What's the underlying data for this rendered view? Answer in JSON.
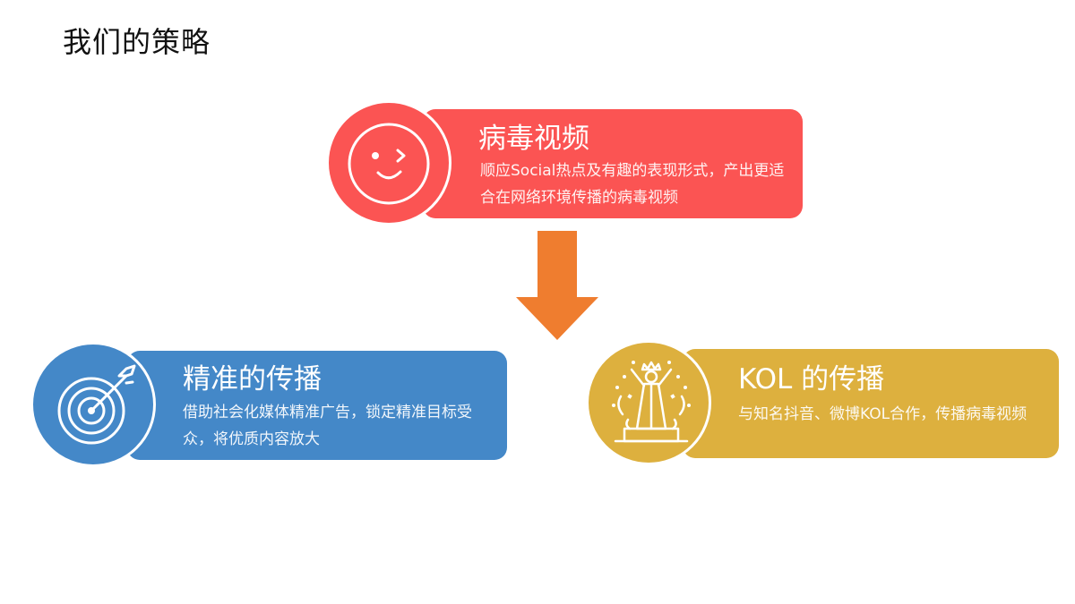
{
  "page": {
    "title": "我们的策略"
  },
  "colors": {
    "red": "#fb5453",
    "blue": "#4488c8",
    "gold": "#ddb03e",
    "arrow": "#ef7d2f"
  },
  "strategies": [
    {
      "key": "viral",
      "title": "病毒视频",
      "description": "顺应Social热点及有趣的表现形式，产出更适合在网络环境传播的病毒视频",
      "icon": "smiley-wink-icon"
    },
    {
      "key": "precise",
      "title": "精准的传播",
      "description": "借助社会化媒体精准广告，锁定精准目标受众，将优质内容放大",
      "icon": "target-arrow-icon"
    },
    {
      "key": "kol",
      "title": "KOL 的传播",
      "description": "与知名抖音、微博KOL合作，传播病毒视频",
      "icon": "celebrity-podium-icon"
    }
  ],
  "arrow": {
    "icon": "down-arrow-icon"
  }
}
